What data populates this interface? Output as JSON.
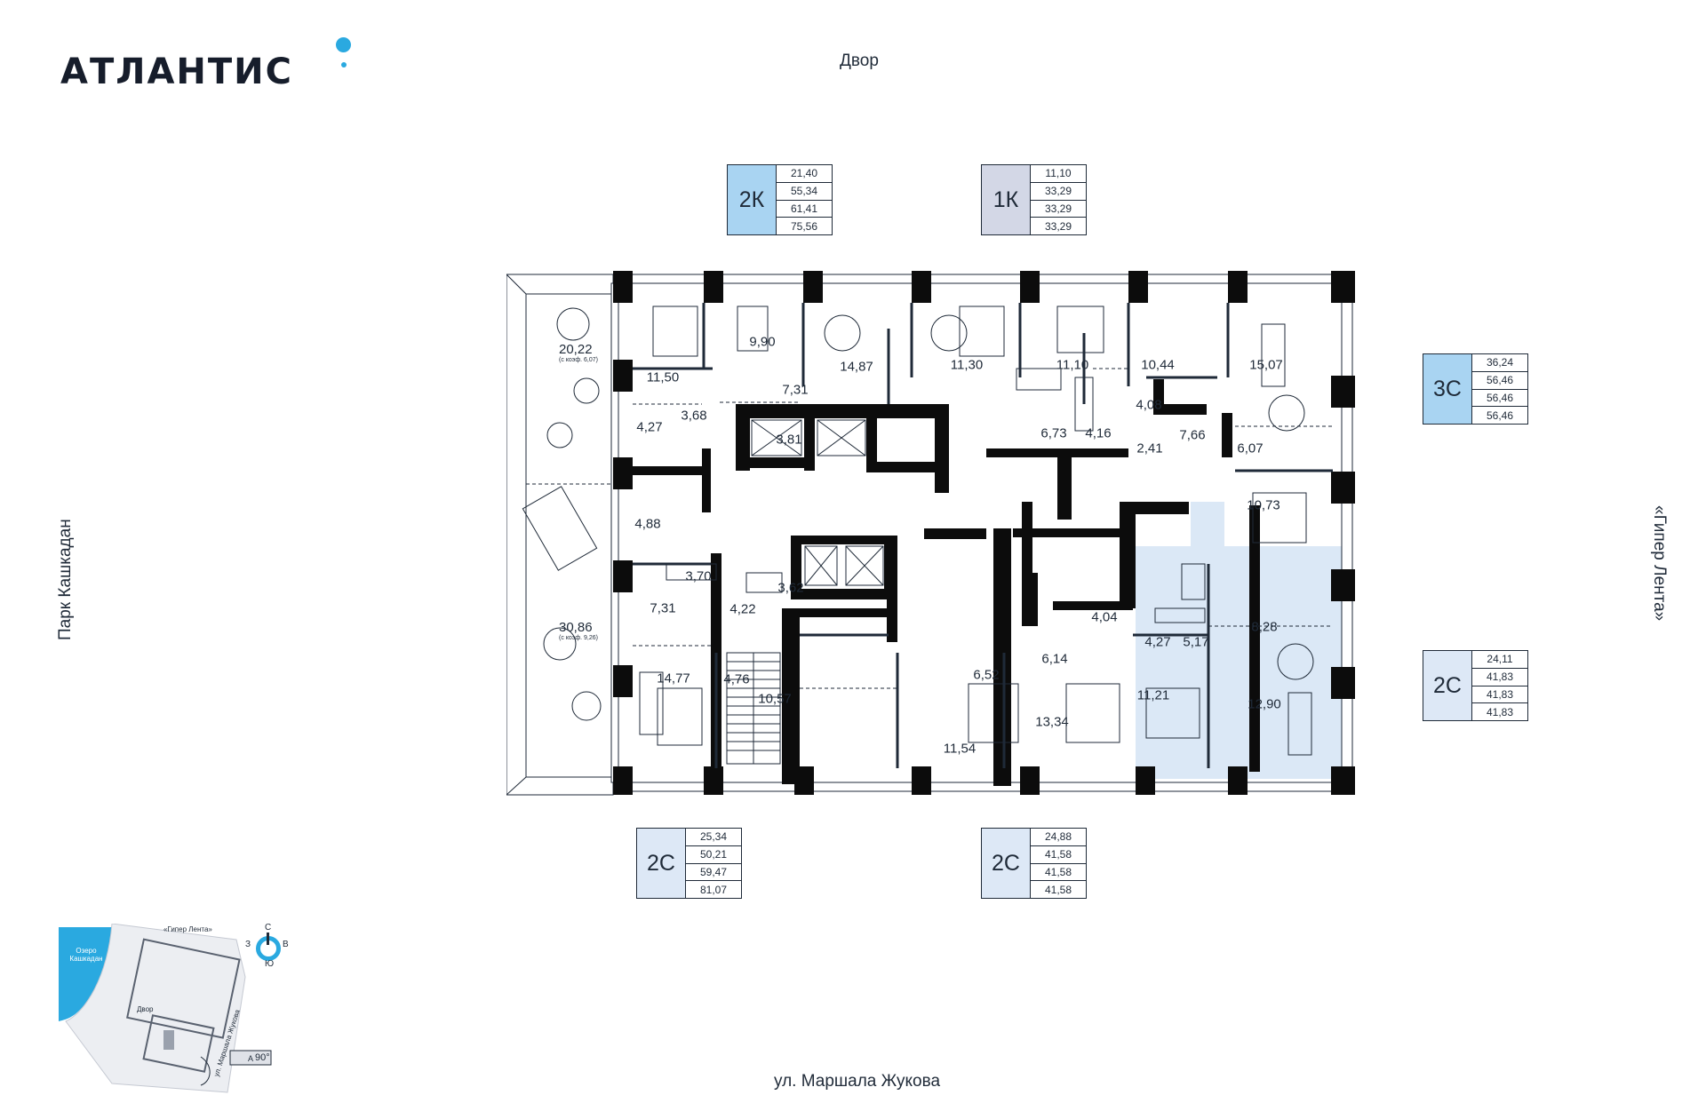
{
  "brand": {
    "name": "АТЛАНТИС"
  },
  "streets": {
    "top": "Двор",
    "bottom": "ул. Маршала Жукова",
    "left": "Парк Кашкадан",
    "right": "«Гипер Лента»"
  },
  "cards": [
    {
      "type": "2К",
      "values": [
        "21,40",
        "55,34",
        "61,41",
        "75,56"
      ],
      "color": "#a9d4f2"
    },
    {
      "type": "1К",
      "values": [
        "11,10",
        "33,29",
        "33,29",
        "33,29"
      ],
      "color": "#d3d7e6"
    },
    {
      "type": "3С",
      "values": [
        "36,24",
        "56,46",
        "56,46",
        "56,46"
      ],
      "color": "#a9d4f2"
    },
    {
      "type": "2С",
      "values": [
        "24,11",
        "41,83",
        "41,83",
        "41,83"
      ],
      "color": "#dde8f6"
    },
    {
      "type": "2С",
      "values": [
        "25,34",
        "50,21",
        "59,47",
        "81,07"
      ],
      "color": "#dde8f6"
    },
    {
      "type": "2С",
      "values": [
        "24,88",
        "41,58",
        "41,58",
        "41,58"
      ],
      "color": "#dde8f6"
    }
  ],
  "rooms": [
    "20,22",
    "(с коэф. 6,07)",
    "11,50",
    "9,90",
    "14,87",
    "11,30",
    "11,10",
    "10,44",
    "15,07",
    "7,31",
    "4,27",
    "3,68",
    "3,81",
    "6,73",
    "4,16",
    "4,08",
    "2,41",
    "7,66",
    "6,07",
    "10,73",
    "4,88",
    "3,70",
    "7,31",
    "4,22",
    "3,62",
    "4,04",
    "4,27",
    "5,17",
    "8,28",
    "30,86",
    "(с коэф. 9,26)",
    "14,77",
    "4,76",
    "10,57",
    "6,52",
    "6,14",
    "11,21",
    "12,90",
    "11,54",
    "13,34"
  ],
  "minimap": {
    "compass": {
      "n": "С",
      "s": "Ю",
      "w": "З",
      "e": "В"
    },
    "lake": "Озеро Кашкадан",
    "hyper": "«Гипер Лента»",
    "yard": "Двор",
    "street": "ул. Маршала Жукова",
    "rotation": "90°",
    "section": "А"
  },
  "colors": {
    "accent": "#2aa9e0",
    "wall": "#0c0c0c",
    "highlight": "#dbe8f6"
  }
}
